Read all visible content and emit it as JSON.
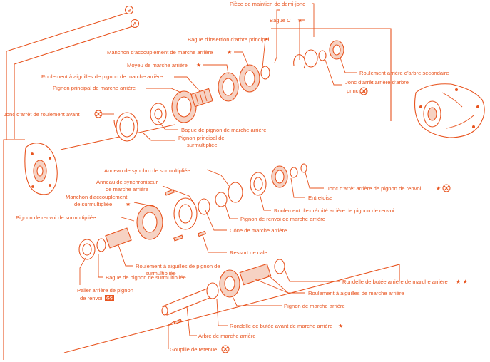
{
  "diagram": {
    "markers": {
      "b": "B",
      "a": "A"
    },
    "labels": {
      "piece_maintien": "Pièce de maintien de demi-jonc",
      "bague_c": "Bague C",
      "bague_insertion": "Bague d'insertion d'arbre principal",
      "manchon_marche_arriere": "Manchon d'accouplement de marche arrière",
      "moyeu_marche_arriere": "Moyeu de marche arrière",
      "roulement_aiguilles_mar": "Roulement à aiguilles de pignon de marche arrière",
      "pignon_principal_mar": "Pignon principal de marche arrière",
      "jonc_arret_roulement_avant": "Jonc d'arrêt de roulement avant",
      "roulement_arriere_secondaire": "Roulement arrière d'arbre secondaire",
      "jonc_arret_principal_1": "Jonc d'arrêt arrière d'arbre",
      "jonc_arret_principal_2": "principal",
      "bague_pignon_mar": "Bague de pignon de marche arrière",
      "pignon_principal_surm_1": "Pignon principal de",
      "pignon_principal_surm_2": "surmultipliée",
      "anneau_synchro_surm": "Anneau de synchro de surmultipliée",
      "jonc_arret_renvoi": "Jonc d'arrêt arrière de pignon de renvoi",
      "anneau_synchroniseur_1": "Anneau de synchroniseur",
      "anneau_synchroniseur_2": "de marche arrière",
      "entretoise": "Entretoise",
      "manchon_surm_1": "Manchon d'accouplement",
      "manchon_surm_2": "de surmultipliée",
      "roulement_extremite": "Roulement d'extrémité arrière de pignon de renvoi",
      "pignon_renvoi_surm": "Pignon de renvoi de surmultipliée",
      "pignon_renvoi_mar": "Pignon de renvoi de marche arrière",
      "cone_mar": "Cône de marche arrière",
      "ressort_cale": "Ressort de cale",
      "roulement_pignon_surm_1": "Roulement à aiguilles de pignon de",
      "roulement_pignon_surm_2": "surmultipliée",
      "bague_pignon_surm": "Bague de pignon de surmultipliée",
      "rondelle_butee_arriere": "Rondelle de butée arrière de marche arrière",
      "palier_arriere_1": "Palier arrière de pignon",
      "palier_arriere_2": "de renvoi",
      "roulement_aiguilles_mar2": "Roulement à aiguilles de marche arrière",
      "pignon_mar": "Pignon de marche arrière",
      "rondelle_butee_avant": "Rondelle de butée avant de marche arrière",
      "arbre_mar": "Arbre de marche arrière",
      "goupille_retenue": "Goupille de retenue"
    },
    "badges": {
      "palier_box": "GS"
    },
    "symbols": {
      "star": "★",
      "star_pair": "★ ★"
    }
  }
}
